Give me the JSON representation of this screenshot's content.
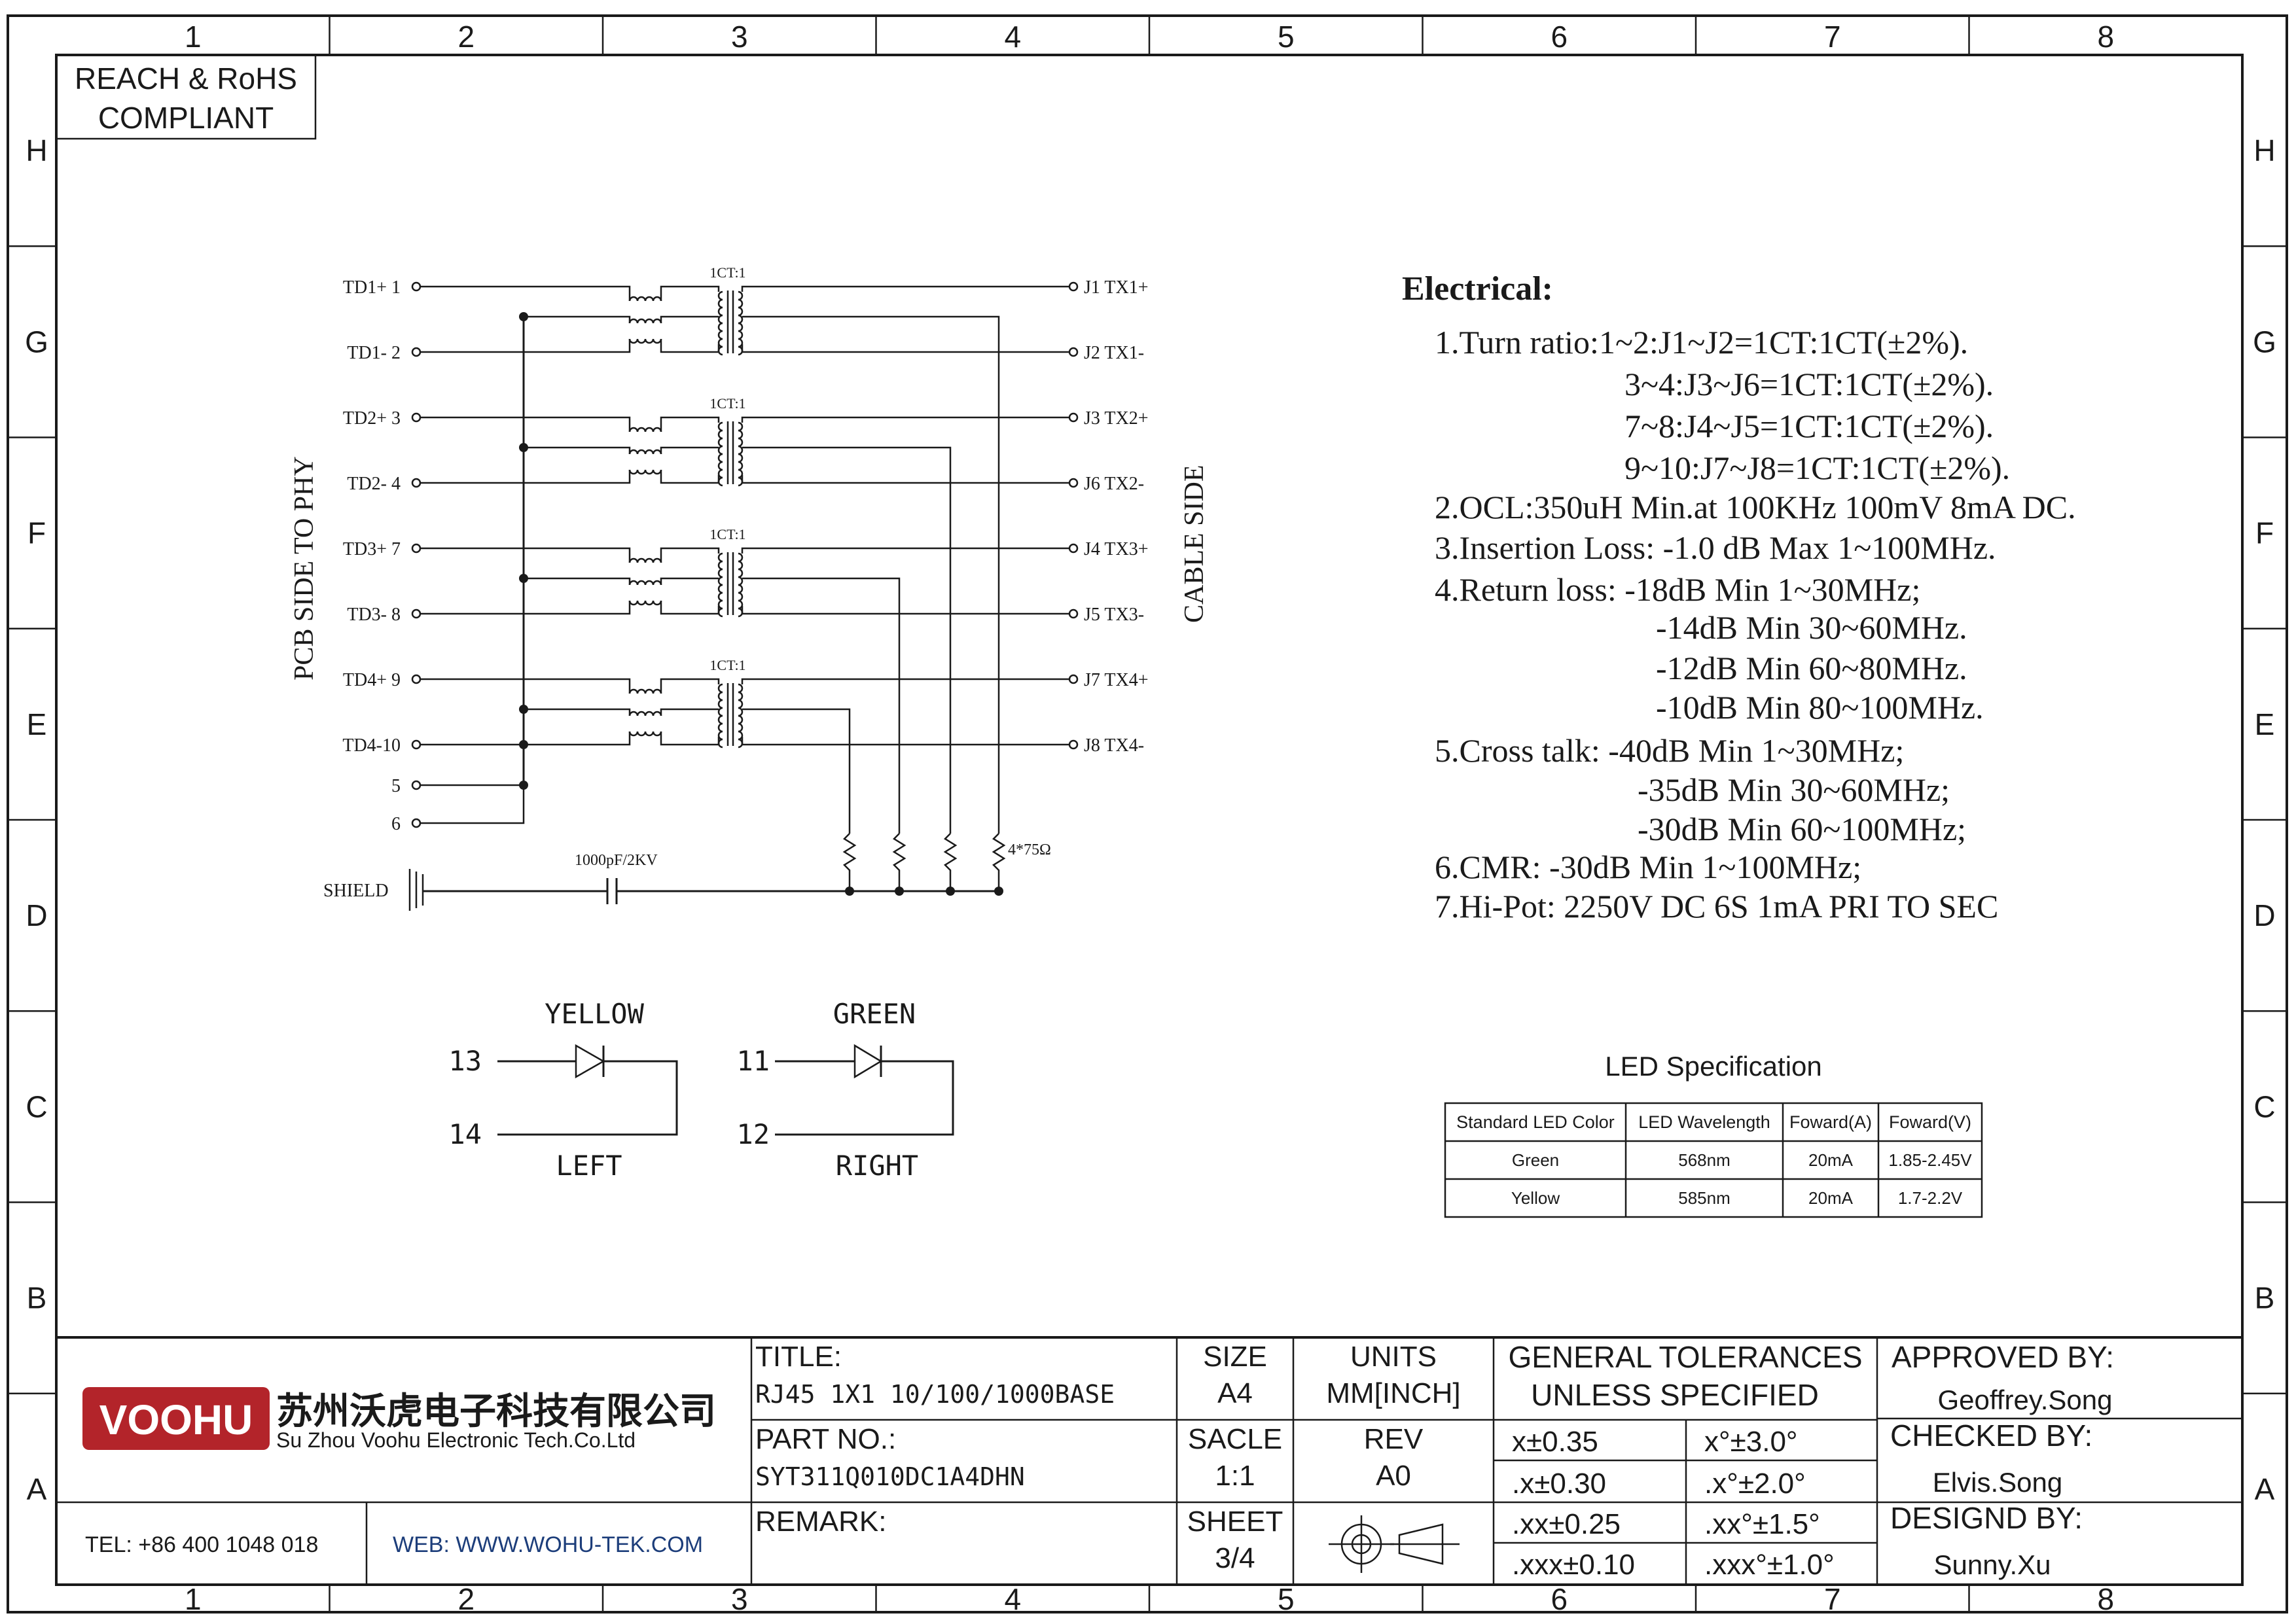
{
  "border": {
    "columns": [
      "1",
      "2",
      "3",
      "4",
      "5",
      "6",
      "7",
      "8"
    ],
    "rows": [
      "H",
      "G",
      "F",
      "E",
      "D",
      "C",
      "B",
      "A"
    ]
  },
  "compliance": {
    "line1": "REACH & RoHS",
    "line2": "COMPLIANT"
  },
  "schematic": {
    "left_side_label": "PCB SIDE TO PHY",
    "right_side_label": "CABLE SIDE",
    "ratio_label": "1CT:1",
    "left_pins": [
      "TD1+ 1",
      "TD1- 2",
      "TD2+ 3",
      "TD2- 4",
      "TD3+ 7",
      "TD3- 8",
      "TD4+ 9",
      "TD4-10"
    ],
    "extra_pins": [
      "5",
      "6"
    ],
    "right_pins": [
      "J1 TX1+",
      "J2 TX1-",
      "J3 TX2+",
      "J6 TX2-",
      "J4 TX3+",
      "J5 TX3-",
      "J7 TX4+",
      "J8 TX4-"
    ],
    "shield_label": "SHIELD",
    "capacitor_label": "1000pF/2KV",
    "resistor_label": "4*75Ω"
  },
  "leds": {
    "yellow": {
      "color": "YELLOW",
      "pin_a": "13",
      "pin_k": "14",
      "position": "LEFT"
    },
    "green": {
      "color": "GREEN",
      "pin_a": "11",
      "pin_k": "12",
      "position": "RIGHT"
    }
  },
  "electrical": {
    "heading": "Electrical:",
    "lines": [
      "1.Turn ratio:1~2:J1~J2=1CT:1CT(±2%).",
      "3~4:J3~J6=1CT:1CT(±2%).",
      "7~8:J4~J5=1CT:1CT(±2%).",
      "9~10:J7~J8=1CT:1CT(±2%).",
      "2.OCL:350uH Min.at 100KHz 100mV 8mA DC.",
      "3.Insertion Loss: -1.0 dB Max 1~100MHz.",
      "4.Return loss: -18dB Min 1~30MHz;",
      "-14dB Min 30~60MHz.",
      "-12dB Min 60~80MHz.",
      "-10dB Min 80~100MHz.",
      "5.Cross talk: -40dB Min 1~30MHz;",
      "-35dB Min 30~60MHz;",
      "-30dB Min 60~100MHz;",
      "6.CMR: -30dB Min 1~100MHz;",
      "7.Hi-Pot: 2250V DC 6S 1mA PRI TO SEC"
    ]
  },
  "led_spec": {
    "title": "LED Specification",
    "headers": [
      "Standard LED Color",
      "LED Wavelength",
      "Foward(A)",
      "Foward(V)"
    ],
    "rows": [
      [
        "Green",
        "568nm",
        "20mA",
        "1.85-2.45V"
      ],
      [
        "Yellow",
        "585nm",
        "20mA",
        "1.7-2.2V"
      ]
    ]
  },
  "title_block": {
    "logo_text": "VOOHU",
    "company_cn": "苏州沃虎电子科技有限公司",
    "company_en": "Su Zhou Voohu Electronic Tech.Co.Ltd",
    "tel": "TEL: +86 400 1048 018",
    "web": "WEB: WWW.WOHU-TEK.COM",
    "title_label": "TITLE:",
    "title_value": "RJ45 1X1 10/100/1000BASE",
    "part_label": "PART NO.:",
    "part_value": "SYT311Q010DC1A4DHN",
    "remark_label": "REMARK:",
    "size_label": "SIZE",
    "size_value": "A4",
    "scale_label": "SACLE",
    "scale_value": "1:1",
    "sheet_label": "SHEET",
    "sheet_value": "3/4",
    "units_label": "UNITS",
    "units_value": "MM[INCH]",
    "rev_label": "REV",
    "rev_value": "A0",
    "tol_label1": "GENERAL TOLERANCES",
    "tol_label2": "UNLESS SPECIFIED",
    "tolerances": [
      [
        "x±0.35",
        "x°±3.0°"
      ],
      [
        ".x±0.30",
        ".x°±2.0°"
      ],
      [
        ".xx±0.25",
        ".xx°±1.5°"
      ],
      [
        ".xxx±0.10",
        ".xxx°±1.0°"
      ]
    ],
    "approved_label": "APPROVED BY:",
    "approved_value": "Geoffrey.Song",
    "checked_label": "CHECKED BY:",
    "checked_value": "Elvis.Song",
    "designed_label": "DESIGND BY:",
    "designed_value": "Sunny.Xu"
  }
}
